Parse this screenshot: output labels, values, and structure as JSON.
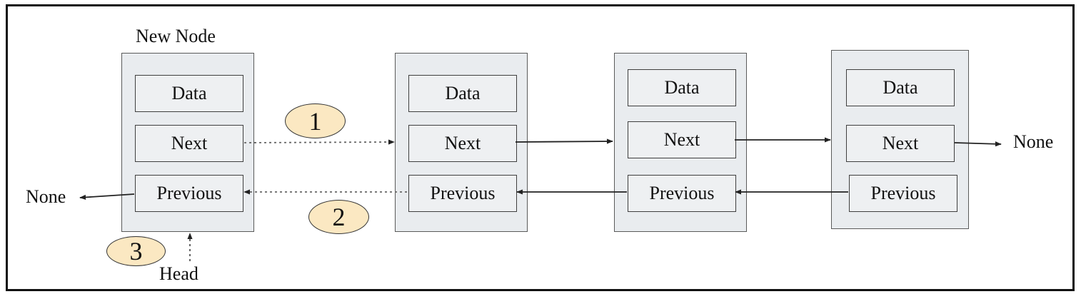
{
  "new_node_label": "New Node",
  "head_label": "Head",
  "none_label": "None",
  "nodes": [
    {
      "data": "Data",
      "next": "Next",
      "previous": "Previous"
    },
    {
      "data": "Data",
      "next": "Next",
      "previous": "Previous"
    },
    {
      "data": "Data",
      "next": "Next",
      "previous": "Previous"
    },
    {
      "data": "Data",
      "next": "Next",
      "previous": "Previous"
    }
  ],
  "steps": [
    "1",
    "2",
    "3"
  ],
  "colors": {
    "node_fill": "#e9ecef",
    "badge_fill": "#fbe8c2",
    "line": "#222222"
  }
}
